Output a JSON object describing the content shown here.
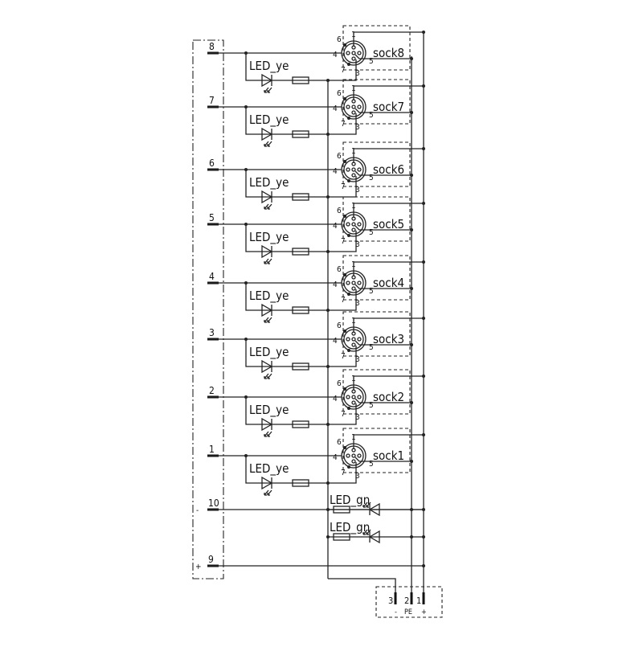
{
  "title": "M12 8-port distribution box wiring diagram",
  "terminal_block": {
    "signal_terminals": [
      "8",
      "7",
      "6",
      "5",
      "4",
      "3",
      "2",
      "1"
    ],
    "minus_terminal": "10",
    "plus_terminal": "9",
    "minus_sign": "-",
    "plus_sign": "+"
  },
  "sockets": [
    {
      "label": "sock8",
      "terminal": "8"
    },
    {
      "label": "sock7",
      "terminal": "7"
    },
    {
      "label": "sock6",
      "terminal": "6"
    },
    {
      "label": "sock5",
      "terminal": "5"
    },
    {
      "label": "sock4",
      "terminal": "4"
    },
    {
      "label": "sock3",
      "terminal": "3"
    },
    {
      "label": "sock2",
      "terminal": "2"
    },
    {
      "label": "sock1",
      "terminal": "1"
    }
  ],
  "socket_pins": {
    "p1": "1",
    "p3": "3",
    "p4": "4",
    "p5": "5",
    "p6": "6",
    "p7": "7"
  },
  "led_signal_label": "LED_ye",
  "led_power_labels": [
    "LED_gn",
    "LED_gn"
  ],
  "power_connector": {
    "pins": [
      "3",
      "2",
      "1"
    ],
    "functions": [
      "-",
      "PE",
      "+"
    ]
  }
}
